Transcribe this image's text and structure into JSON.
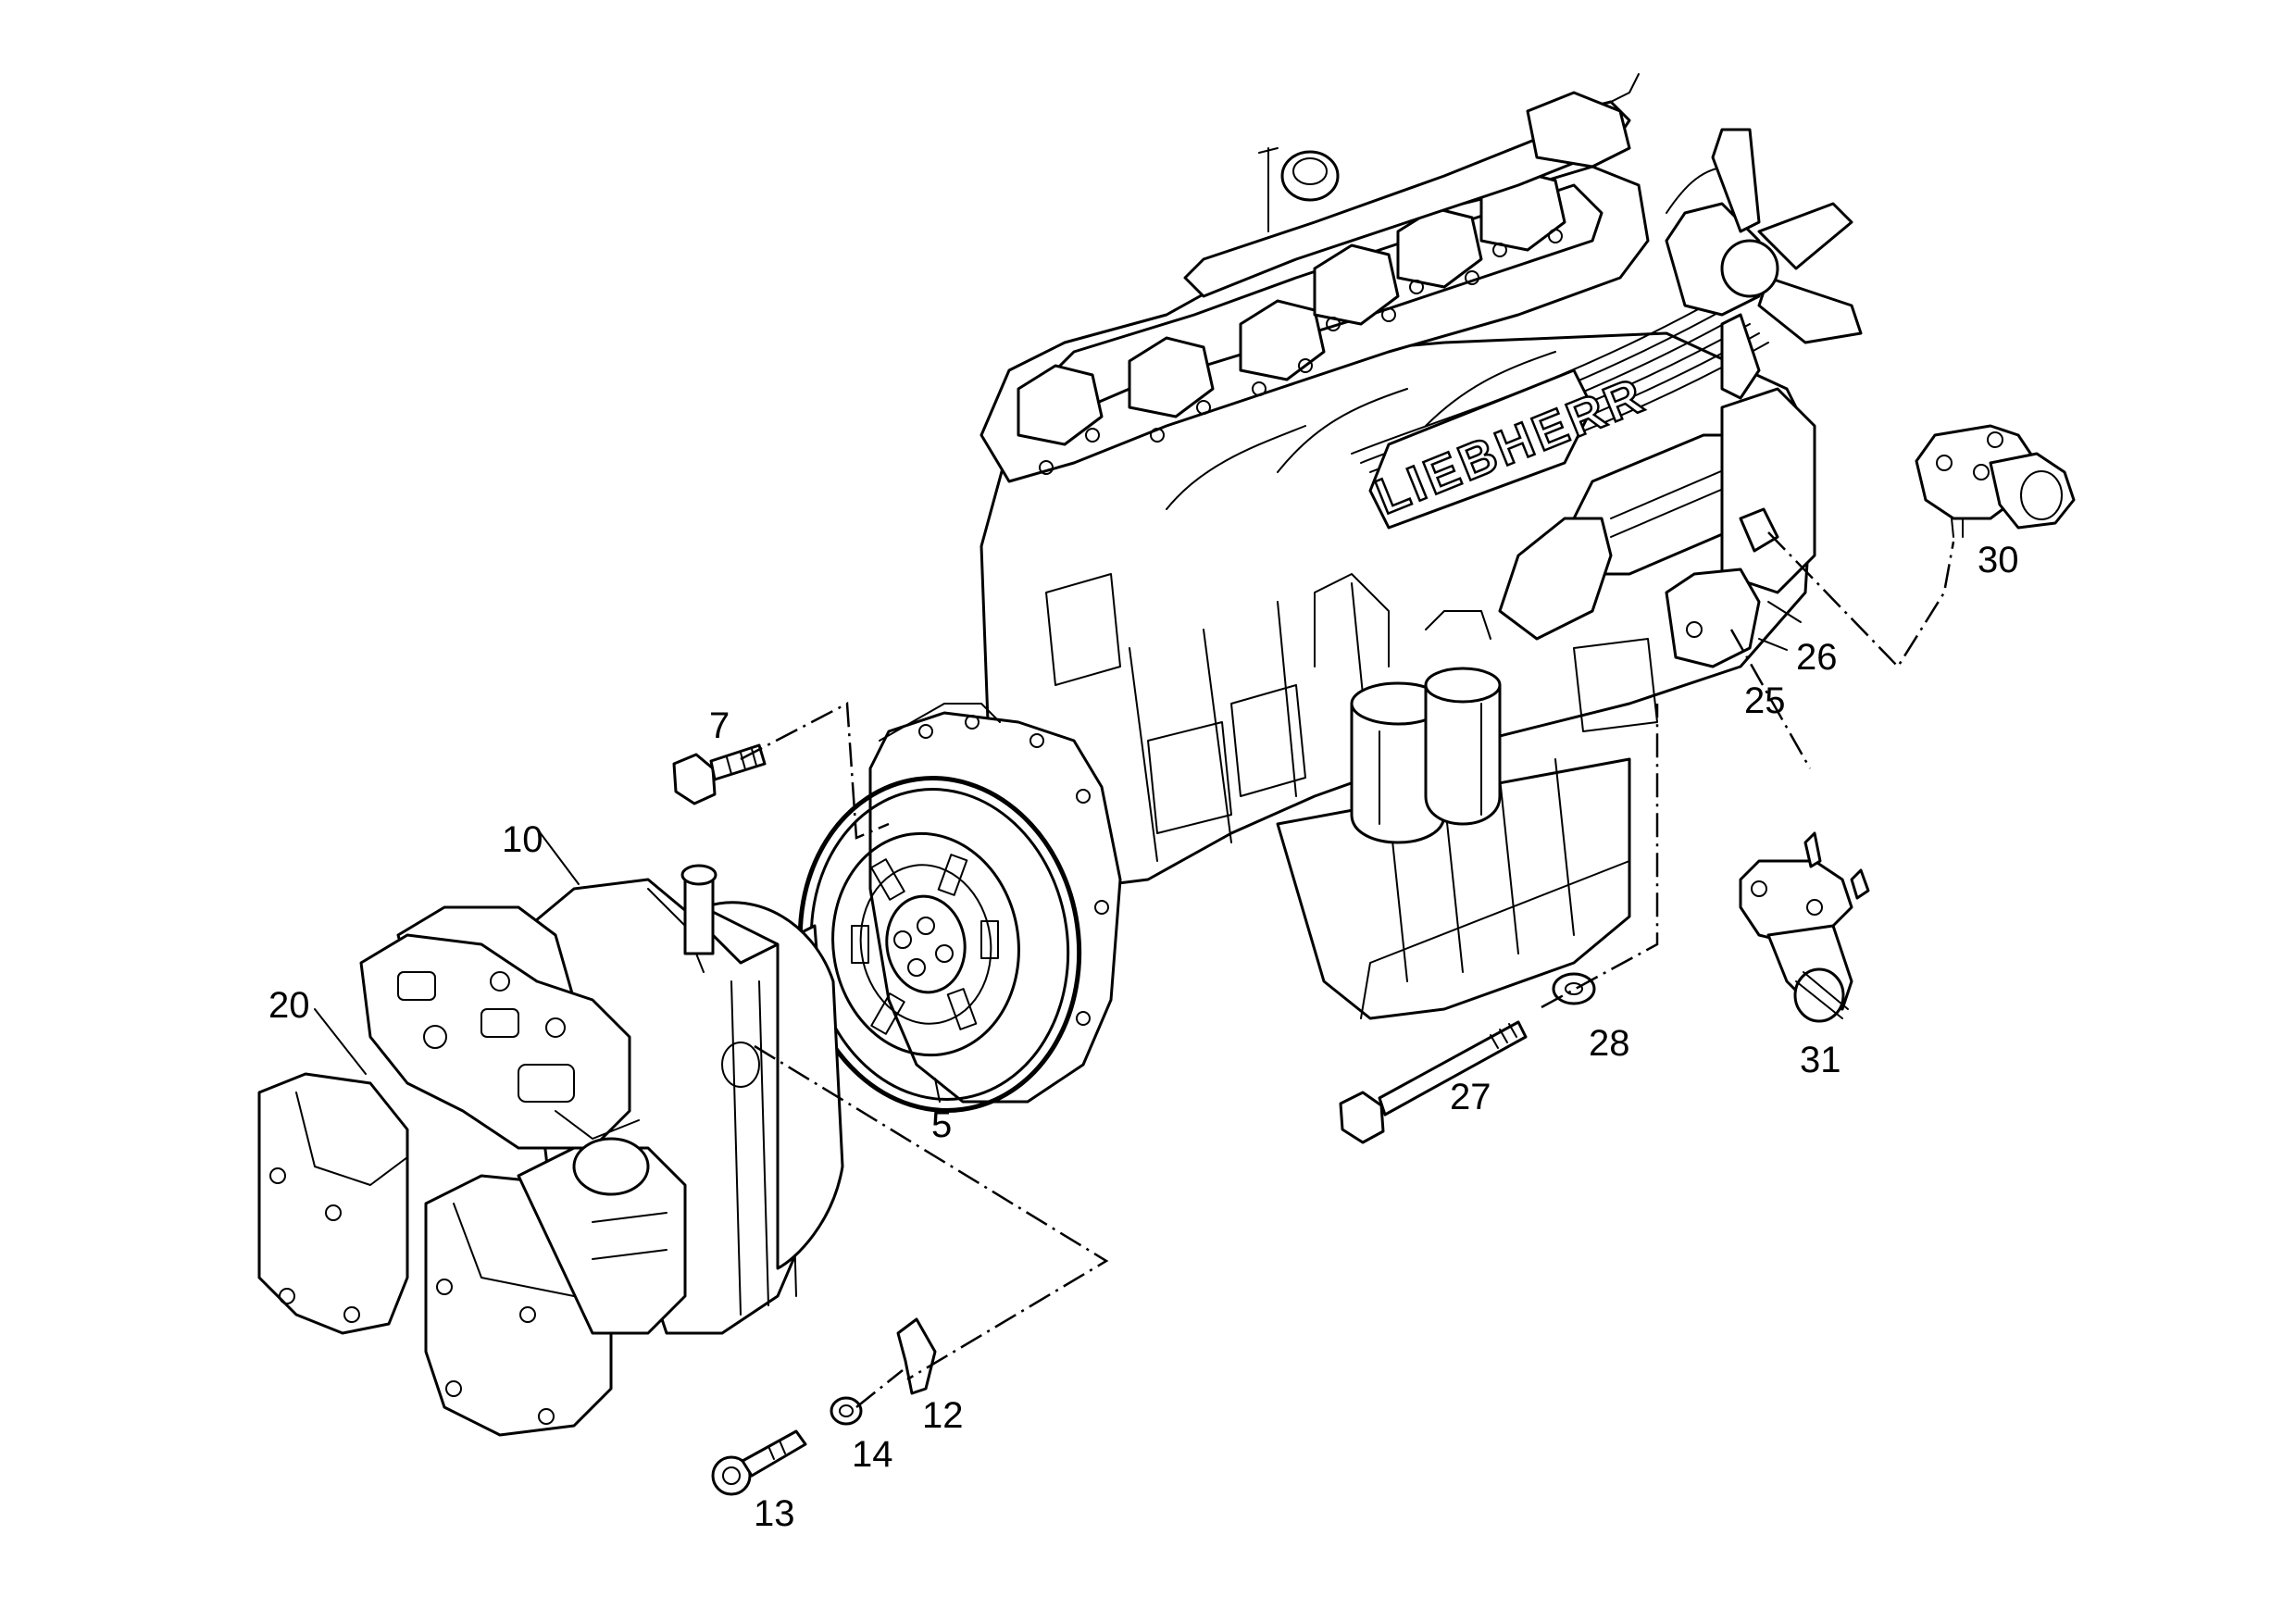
{
  "brand_text": "LIEBHERR",
  "callouts": [
    {
      "id": "5",
      "text": "5"
    },
    {
      "id": "7",
      "text": "7"
    },
    {
      "id": "10",
      "text": "10"
    },
    {
      "id": "12",
      "text": "12"
    },
    {
      "id": "13",
      "text": "13"
    },
    {
      "id": "14",
      "text": "14"
    },
    {
      "id": "20",
      "text": "20"
    },
    {
      "id": "25",
      "text": "25"
    },
    {
      "id": "26",
      "text": "26"
    },
    {
      "id": "27",
      "text": "27"
    },
    {
      "id": "28",
      "text": "28"
    },
    {
      "id": "30",
      "text": "30"
    },
    {
      "id": "31",
      "text": "31"
    }
  ]
}
